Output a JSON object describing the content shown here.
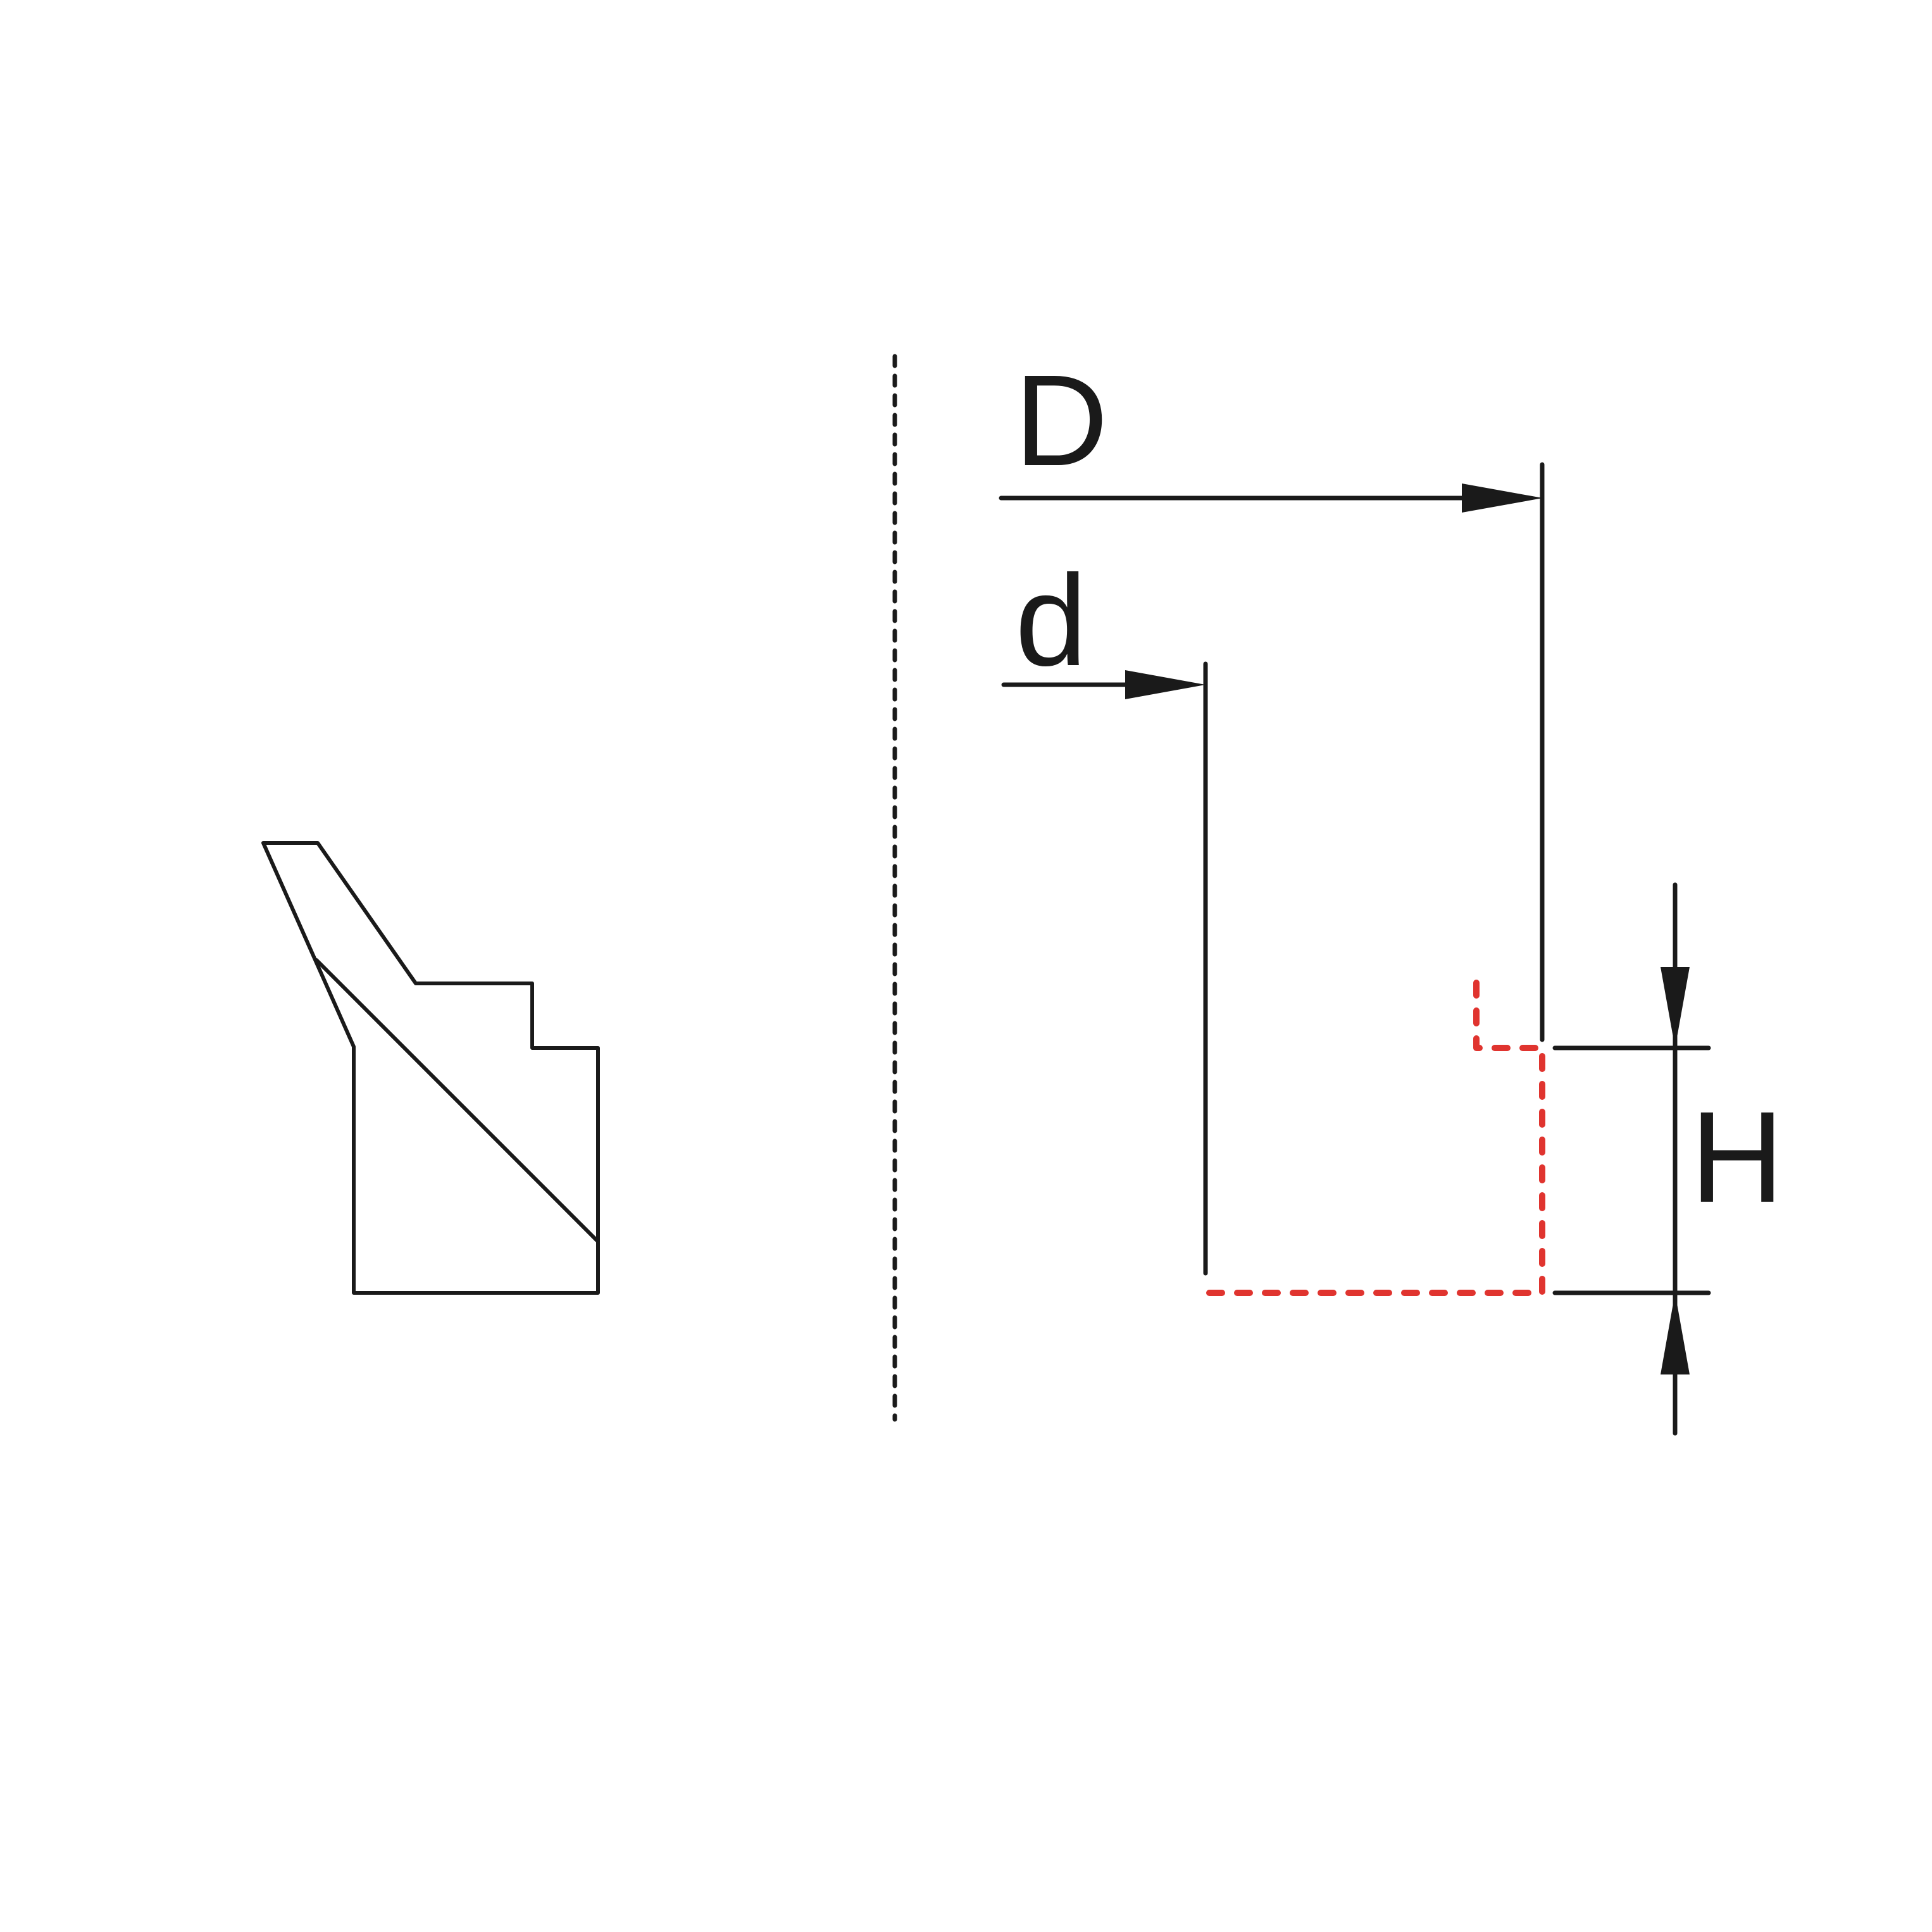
{
  "colors": {
    "line": "#1a1a1a",
    "hidden_outline": "#e0342f",
    "background": "#ffffff"
  },
  "labels": {
    "outer_diameter": "D",
    "inner_diameter": "d",
    "height": "H"
  }
}
